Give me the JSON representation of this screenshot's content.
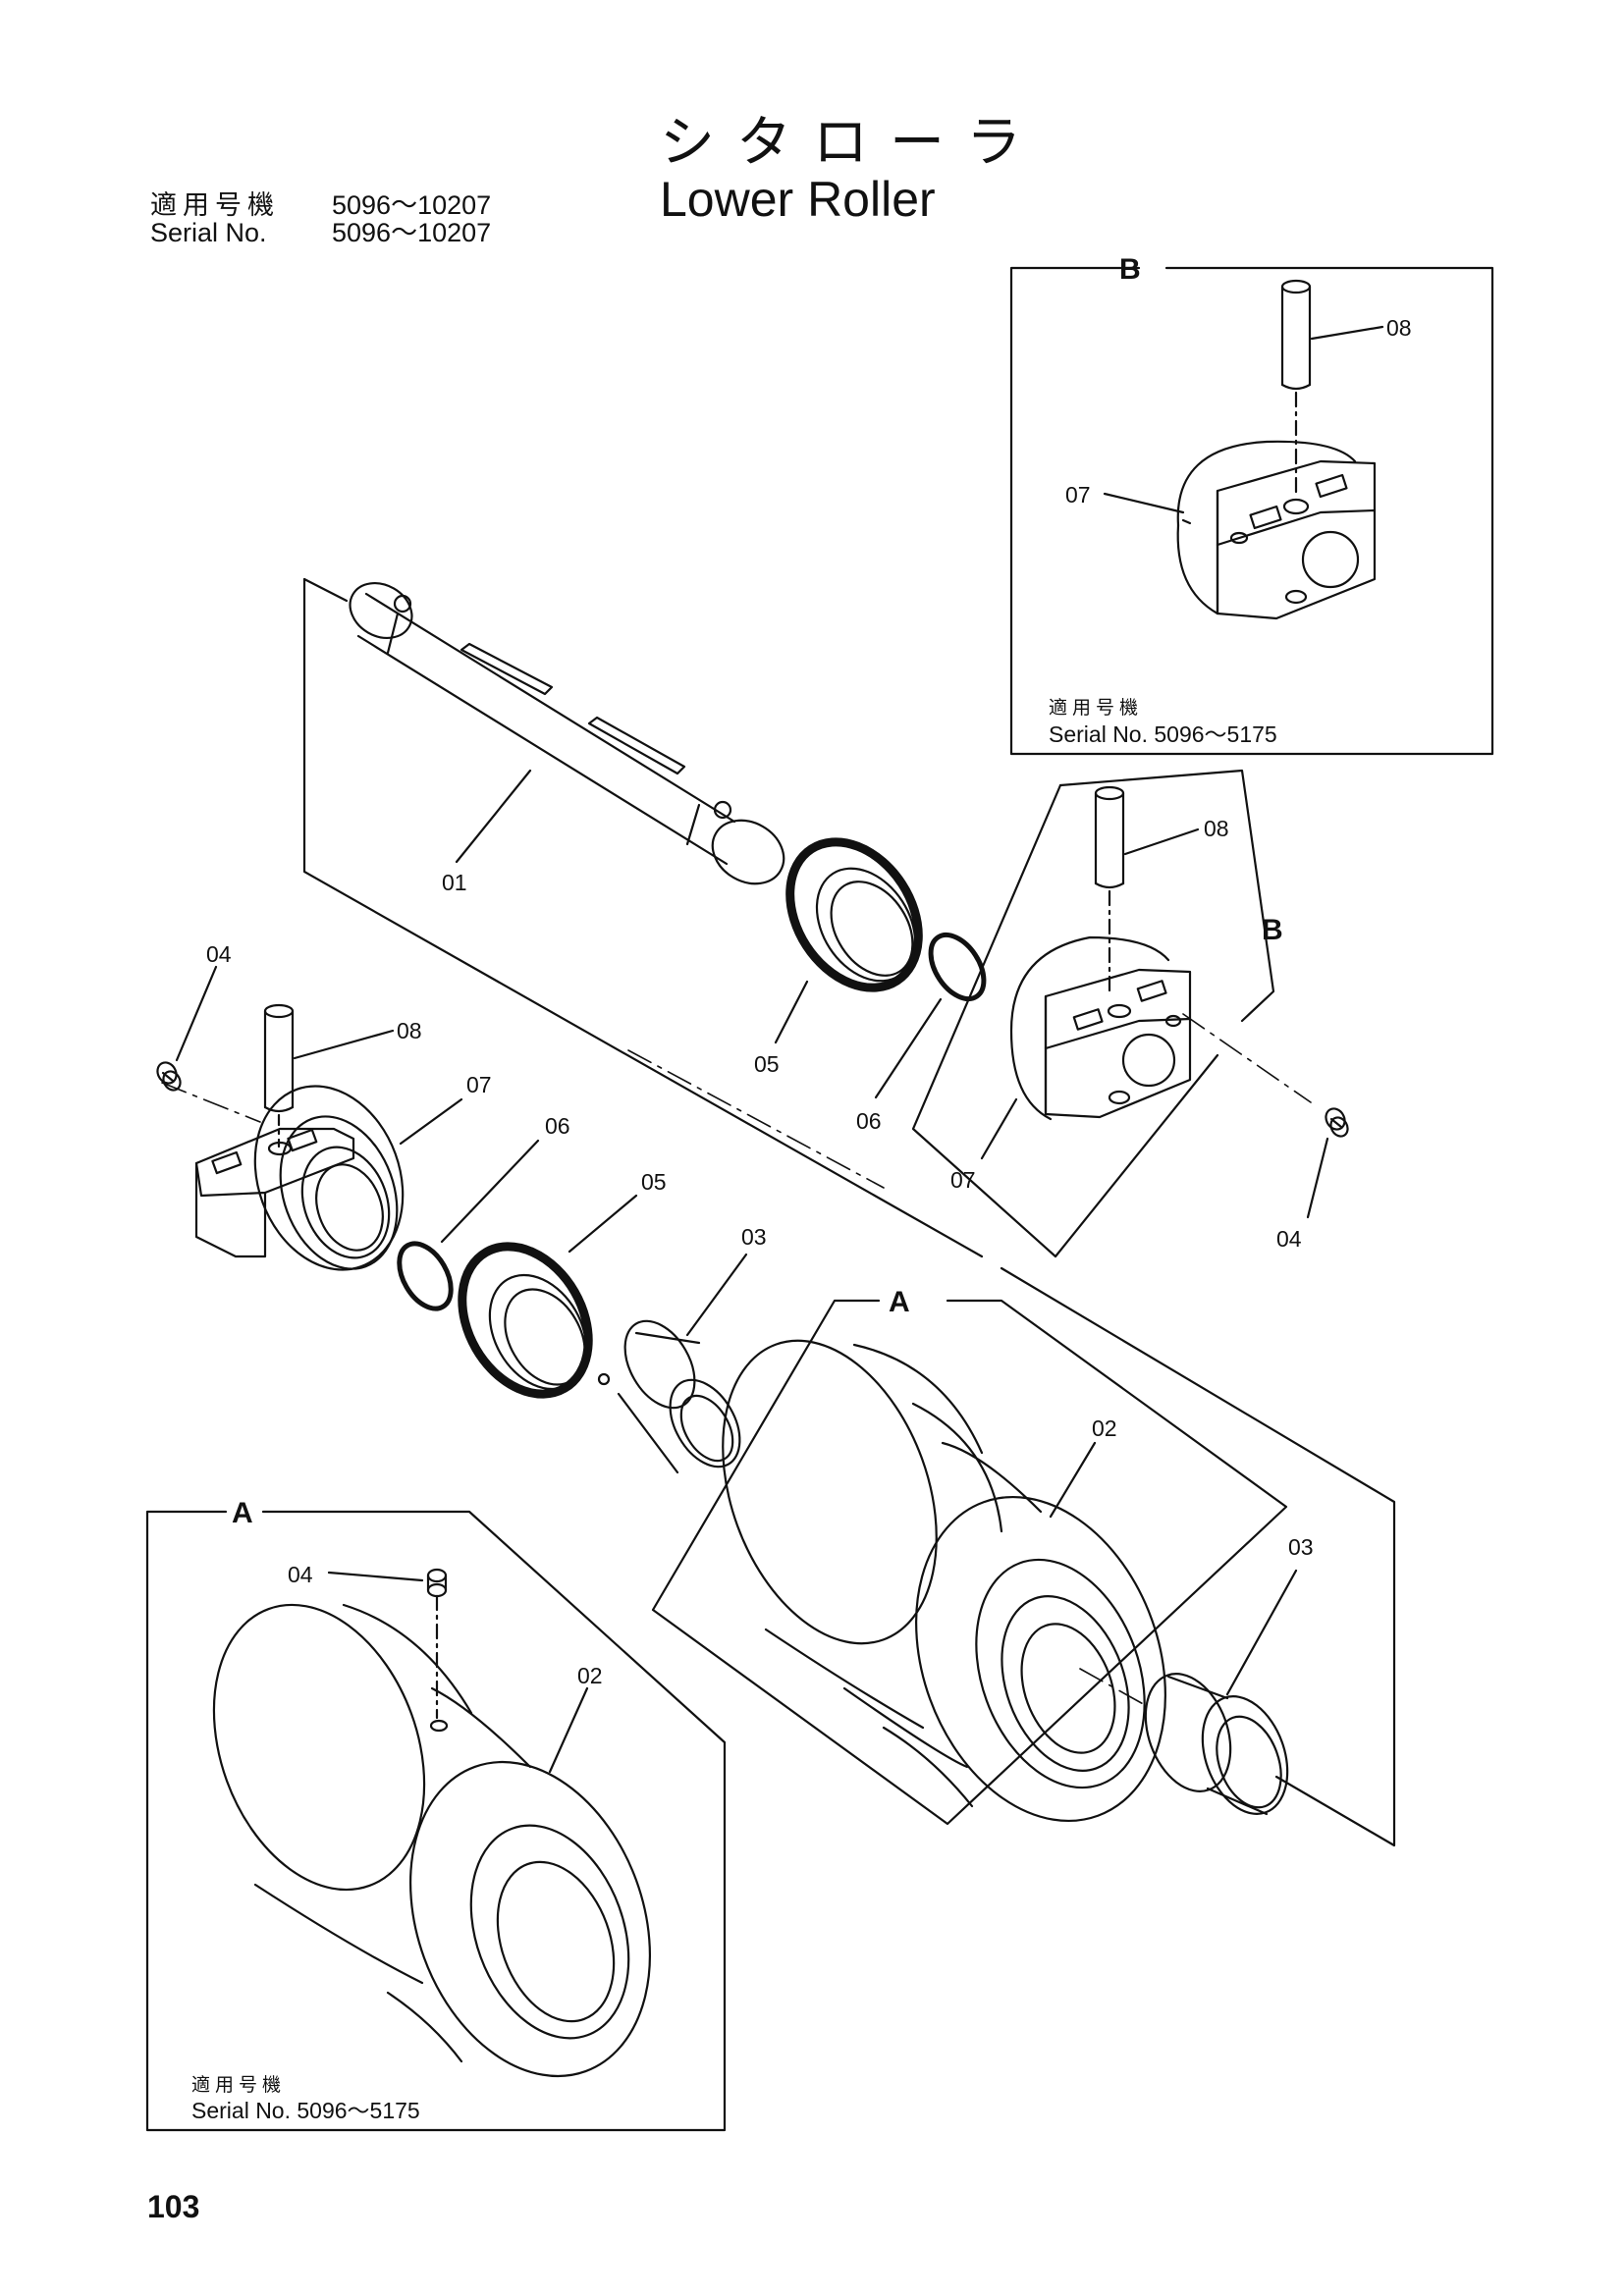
{
  "title_jp": "シタローラ",
  "title_en": "Lower Roller",
  "applicable": {
    "label_jp": "適用号機",
    "range_jp": "5096～10207",
    "label_en": "Serial No.",
    "range_en": "5096～10207"
  },
  "detail_b": {
    "label": "B",
    "label_jp": "適用号機",
    "serial": "Serial No.  5096～5175",
    "parts": {
      "pin": "08",
      "bracket": "07"
    }
  },
  "detail_a": {
    "label": "A",
    "label_jp": "適用号機",
    "serial": "Serial No.  5096～5175",
    "parts": {
      "plug": "04",
      "roller": "02"
    }
  },
  "main_callouts": {
    "shaft": "01",
    "roller": "02",
    "bushing_upper": "03",
    "bushing_lower": "03",
    "plug_left": "04",
    "plug_right": "04",
    "seal_upper": "05",
    "seal_lower": "05",
    "oring_upper": "06",
    "oring_lower": "06",
    "bracket_left": "07",
    "bracket_right": "07",
    "pin_left": "08",
    "pin_right": "08",
    "ref_b": "B",
    "ref_a": "A"
  },
  "page_number": "103"
}
